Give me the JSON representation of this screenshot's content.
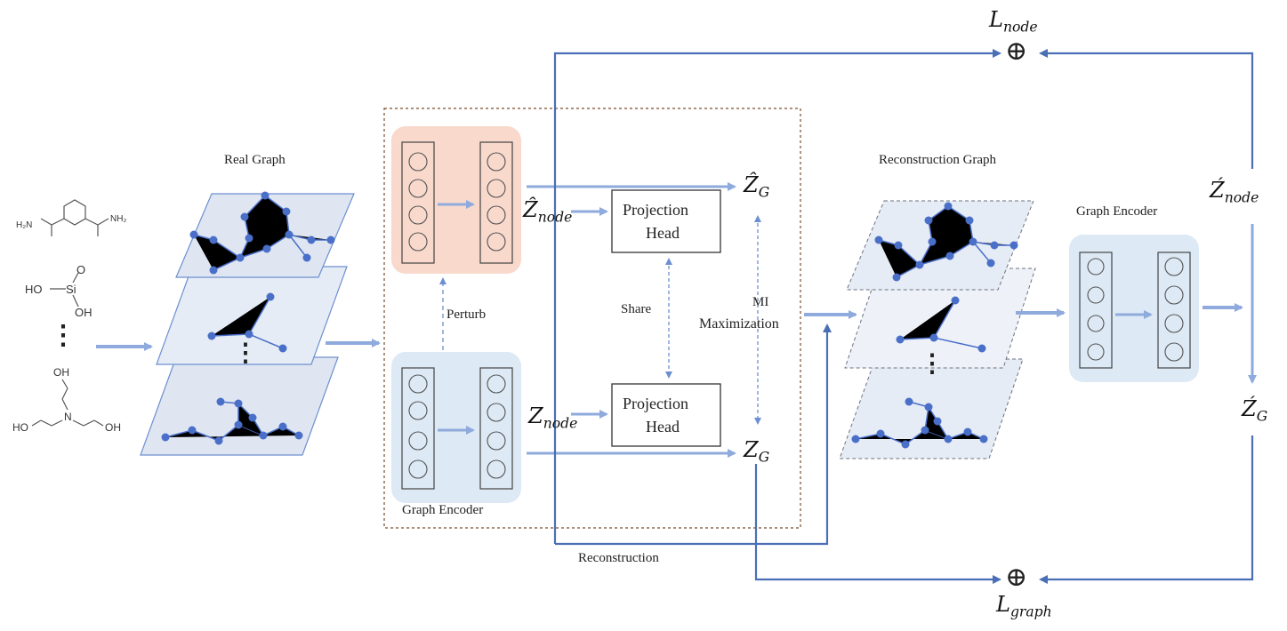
{
  "labels": {
    "real_graph": "Real Graph",
    "reconstruction_graph": "Reconstruction Graph",
    "graph_encoder_left": "Graph Encoder",
    "graph_encoder_right": "Graph Encoder",
    "perturb": "Perturb",
    "share": "Share",
    "mi_line1": "MI",
    "mi_line2": "Maximization",
    "projection_head_top_1": "Projection",
    "projection_head_top_2": "Head",
    "projection_head_bottom_1": "Projection",
    "projection_head_bottom_2": "Head",
    "reconstruction": "Reconstruction",
    "ellipsis_left": "⋮",
    "ellipsis_graph": "⋮",
    "ellipsis_recon": "⋮"
  },
  "math": {
    "z_hat_node": {
      "base": "Ẑ",
      "sub": "node"
    },
    "z_node": {
      "base": "Z",
      "sub": "node"
    },
    "z_hat_g": {
      "base": "Ẑ",
      "sub": "G"
    },
    "z_g": {
      "base": "Z",
      "sub": "G"
    },
    "z_acute_node": {
      "base": "Ź",
      "sub": "node"
    },
    "z_acute_g": {
      "base": "Ź",
      "sub": "G"
    },
    "l_node": {
      "base": "L",
      "sub": "node"
    },
    "l_graph": {
      "base": "L",
      "sub": "graph"
    },
    "oplus_top": "⊕",
    "oplus_bottom": "⊕"
  },
  "molecules": {
    "mol1_left": "H₂N",
    "mol1_right": "NH₂",
    "mol2_ho": "HO",
    "mol2_si": "Si",
    "mol2_o": "O",
    "mol2_oh": "OH",
    "mol3_oh_top": "OH",
    "mol3_n": "N",
    "mol3_ho": "HO",
    "mol3_oh_right": "OH"
  },
  "colors": {
    "arrow_blue": "#8faadc",
    "line_blue": "#4a6fb5",
    "node_blue": "#4a6fc9",
    "plane_fill": "#dfe6f2",
    "encoder_blue": "#dde9f5",
    "perturb_orange": "#f8d9cc",
    "dashed_box": "#7a4a2a"
  }
}
